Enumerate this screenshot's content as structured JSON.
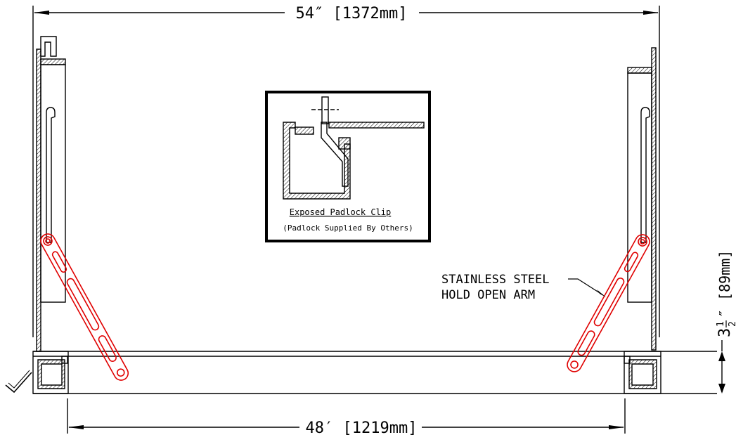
{
  "dimensions": {
    "top": "54″ [1372mm]",
    "bottom": "48′ [1219mm]",
    "side_main": "3",
    "side_fraction_num": "1",
    "side_fraction_den": "2",
    "side_unit": "″ [89mm]"
  },
  "callout": {
    "line1": "STAINLESS STEEL",
    "line2": "HOLD OPEN ARM"
  },
  "detail": {
    "title": "Exposed Padlock Clip",
    "subtitle": "(Padlock Supplied By Others)"
  },
  "colors": {
    "line": "#000000",
    "arm": "#e00000"
  }
}
